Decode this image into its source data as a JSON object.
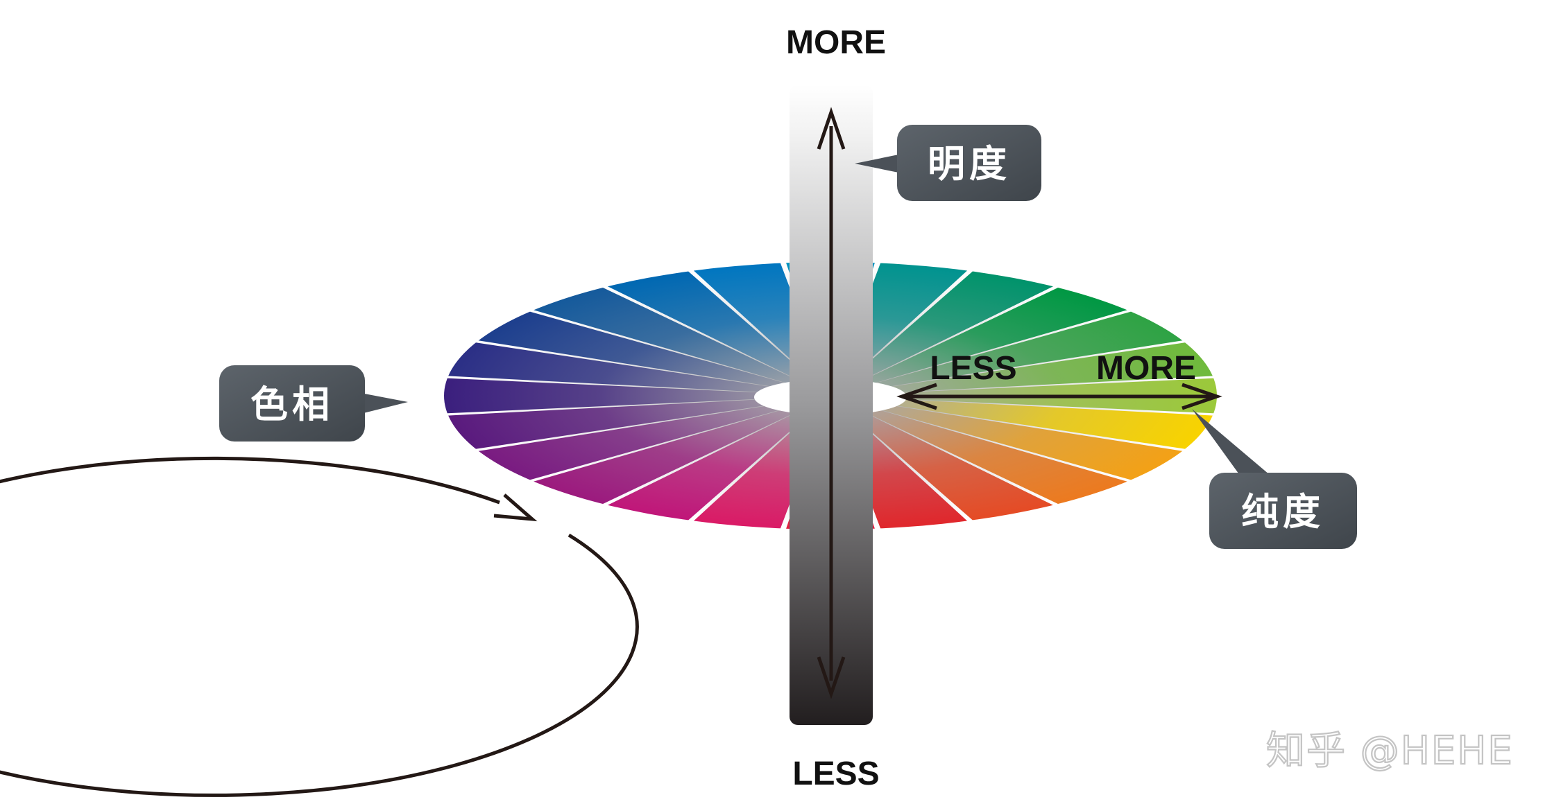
{
  "labels": {
    "brightness_more": "MORE",
    "brightness_less": "LESS",
    "saturation_less": "LESS",
    "saturation_more": "MORE"
  },
  "callouts": {
    "brightness": "明度",
    "hue": "色相",
    "saturation": "纯度"
  },
  "watermark": "知乎 @HEHE",
  "hue_wheel": {
    "segment_count": 24,
    "colors": [
      "#9bc93a",
      "#6fba3c",
      "#2ea344",
      "#009843",
      "#00936b",
      "#00938f",
      "#0092bf",
      "#0076c0",
      "#0068b2",
      "#155a9c",
      "#1d3f8e",
      "#2b2f86",
      "#3b1f7e",
      "#5a1a7e",
      "#7a1b81",
      "#9c1a7e",
      "#c01679",
      "#da1a66",
      "#e11f41",
      "#e0272c",
      "#e54b25",
      "#ec7a1f",
      "#f3a116",
      "#f8d300"
    ]
  },
  "colors": {
    "callout_fill": "#4b5158",
    "ring": "#231815",
    "arrow": "#231815",
    "pole_light": "#ffffff",
    "pole_dark": "#231f20"
  }
}
